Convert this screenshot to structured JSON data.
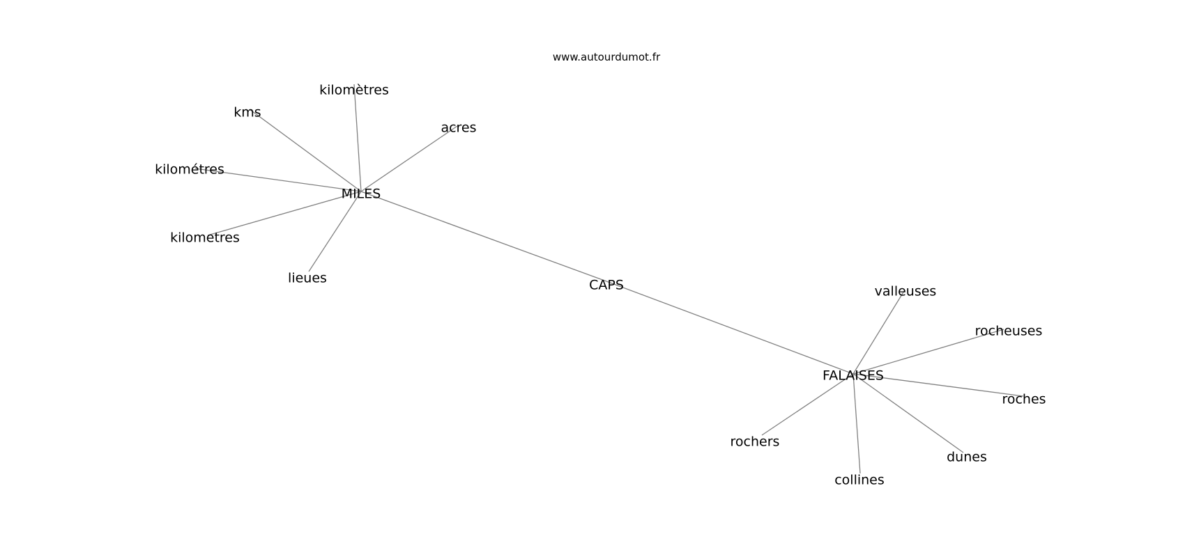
{
  "site": "www.autourdumot.fr",
  "edge_color": "#808080",
  "text_color": "#000000",
  "nodes": [
    {
      "id": "caps",
      "label": "CAPS"
    },
    {
      "id": "miles",
      "label": "MILES"
    },
    {
      "id": "falaises",
      "label": "FALAISES"
    },
    {
      "id": "kilometres_grave",
      "label": "kilomètres"
    },
    {
      "id": "kms",
      "label": "kms"
    },
    {
      "id": "acres",
      "label": "acres"
    },
    {
      "id": "kilometres_acute",
      "label": "kilométres"
    },
    {
      "id": "kilometres_plain",
      "label": "kilometres"
    },
    {
      "id": "lieues",
      "label": "lieues"
    },
    {
      "id": "valleuses",
      "label": "valleuses"
    },
    {
      "id": "rocheuses",
      "label": "rocheuses"
    },
    {
      "id": "roches",
      "label": "roches"
    },
    {
      "id": "rochers",
      "label": "rochers"
    },
    {
      "id": "dunes",
      "label": "dunes"
    },
    {
      "id": "collines",
      "label": "collines"
    }
  ],
  "edges": [
    [
      "caps",
      "miles"
    ],
    [
      "caps",
      "falaises"
    ],
    [
      "miles",
      "kilometres_grave"
    ],
    [
      "miles",
      "kms"
    ],
    [
      "miles",
      "acres"
    ],
    [
      "miles",
      "kilometres_acute"
    ],
    [
      "miles",
      "kilometres_plain"
    ],
    [
      "miles",
      "lieues"
    ],
    [
      "falaises",
      "valleuses"
    ],
    [
      "falaises",
      "rocheuses"
    ],
    [
      "falaises",
      "roches"
    ],
    [
      "falaises",
      "rochers"
    ],
    [
      "falaises",
      "dunes"
    ],
    [
      "falaises",
      "collines"
    ]
  ]
}
